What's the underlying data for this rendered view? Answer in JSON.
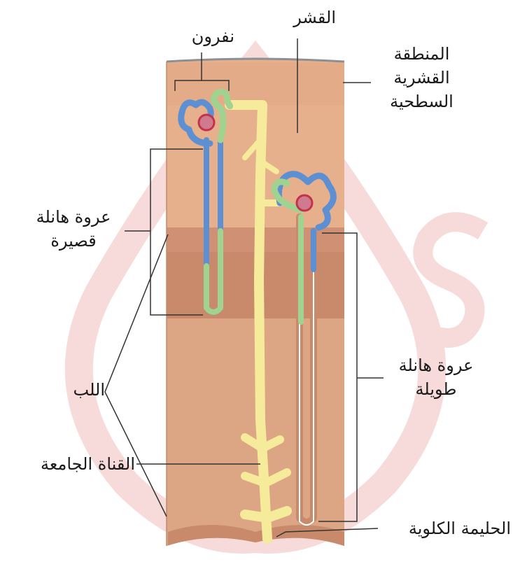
{
  "labels": {
    "nephron": "نفرون",
    "cortex": "القشر",
    "superficial_cortex": [
      "المنطقة",
      "القشرية",
      "السطحية"
    ],
    "short_loop": [
      "عروة هانلة",
      "قصيرة"
    ],
    "long_loop": [
      "عروة هانلة",
      "طويلة"
    ],
    "medulla": "اللب",
    "collecting_duct": "القناة الجامعة",
    "renal_papilla": "الحليمة الكلوية"
  },
  "colors": {
    "kidney_upper": "#e6b08c",
    "kidney_band": "#c98a6c",
    "kidney_lower": "#dca583",
    "capsule": "#8d8f93",
    "tubule_blue": "#5d8fd3",
    "tubule_green": "#9fd38f",
    "duct_yellow": "#f6eb9a",
    "glomerulus": "#d07a8e",
    "watermark": "#f4c9c9"
  }
}
